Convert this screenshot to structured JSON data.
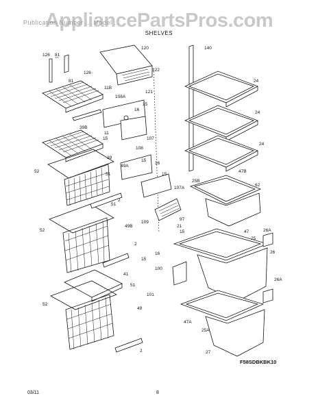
{
  "header": {
    "watermark": "AppliancePartsPros.com",
    "faint_text": "Publication Number  ...  Model  ...",
    "section_title": "SHELVES"
  },
  "model_code": "F58SDBKBK10",
  "footer": {
    "date": "03/11",
    "page": "8"
  },
  "labels": [
    "126",
    "81",
    "126",
    "81",
    "120",
    "140",
    "122",
    "11B",
    "121",
    "108A",
    "15",
    "16",
    "24",
    "39B",
    "15",
    "107",
    "24",
    "11",
    "24",
    "108",
    "39",
    "51",
    "15",
    "49A",
    "16",
    "52",
    "15",
    "47B",
    "107A",
    "25B",
    "62",
    "2",
    "51",
    "97",
    "52",
    "49B",
    "109",
    "21",
    "15",
    "26A",
    "47",
    "25",
    "16",
    "2",
    "15",
    "26",
    "100",
    "41",
    "51",
    "101",
    "26A",
    "52",
    "49",
    "47A",
    "25A",
    "27",
    "2"
  ]
}
